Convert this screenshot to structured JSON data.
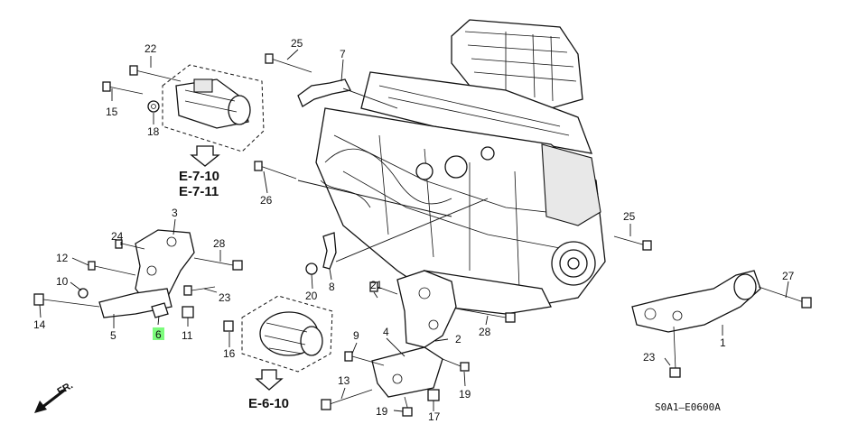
{
  "callouts": [
    {
      "id": "c22",
      "text": "22"
    },
    {
      "id": "c15",
      "text": "15"
    },
    {
      "id": "c18",
      "text": "18"
    },
    {
      "id": "c25a",
      "text": "25"
    },
    {
      "id": "c7",
      "text": "7"
    },
    {
      "id": "c26",
      "text": "26"
    },
    {
      "id": "c25b",
      "text": "25"
    },
    {
      "id": "c3",
      "text": "3"
    },
    {
      "id": "c24",
      "text": "24"
    },
    {
      "id": "c28a",
      "text": "28"
    },
    {
      "id": "c12",
      "text": "12"
    },
    {
      "id": "c10",
      "text": "10"
    },
    {
      "id": "c23a",
      "text": "23"
    },
    {
      "id": "c14",
      "text": "14"
    },
    {
      "id": "c5",
      "text": "5"
    },
    {
      "id": "c6",
      "text": "6",
      "highlight": true
    },
    {
      "id": "c11",
      "text": "11"
    },
    {
      "id": "c20",
      "text": "20"
    },
    {
      "id": "c8",
      "text": "8"
    },
    {
      "id": "c21",
      "text": "21"
    },
    {
      "id": "c28b",
      "text": "28"
    },
    {
      "id": "c4",
      "text": "4"
    },
    {
      "id": "c2",
      "text": "2"
    },
    {
      "id": "c9",
      "text": "9"
    },
    {
      "id": "c16",
      "text": "16"
    },
    {
      "id": "c13",
      "text": "13"
    },
    {
      "id": "c19a",
      "text": "19"
    },
    {
      "id": "c19b",
      "text": "19"
    },
    {
      "id": "c17",
      "text": "17"
    },
    {
      "id": "c27",
      "text": "27"
    },
    {
      "id": "c1",
      "text": "1"
    },
    {
      "id": "c23b",
      "text": "23"
    }
  ],
  "references": {
    "starter_ref_1": "E-7-10",
    "starter_ref_2": "E-7-11",
    "alternator_ref": "E-6-10"
  },
  "diagram_code": "S0A1—E0600A",
  "front_marker": "FR.",
  "highlight_color": "#7CFC7C",
  "icons": {
    "front_arrow": "arrow-down-left-icon",
    "ref_arrows": "hollow-down-arrow-icon"
  }
}
